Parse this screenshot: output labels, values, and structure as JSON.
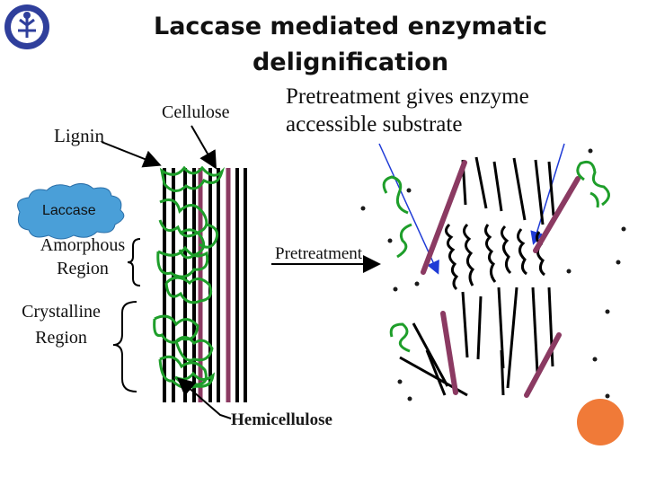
{
  "title": "Laccase mediated enzymatic delignification",
  "labels": {
    "cellulose": "Cellulose",
    "lignin": "Lignin",
    "laccase": "Laccase",
    "amorphous": "Amorphous Region",
    "crystalline": "Crystalline Region",
    "pretreatment_arrow": "Pretreatment",
    "hemicellulose": "Hemicellulose",
    "pretreatment_note": "Pretreatment gives enzyme accessible substrate"
  },
  "colors": {
    "cellulose_fiber": "#000000",
    "hemicellulose_strand": "#8b3a62",
    "lignin_squiggle": "#1e9e2a",
    "laccase_cloud": "#4a9fd8",
    "pointer_arrows": "#1f3bd6",
    "orange_dot": "#f07a38"
  },
  "icons": {
    "logo": "university-seal-icon",
    "laccase_shape": "cloud-icon"
  }
}
